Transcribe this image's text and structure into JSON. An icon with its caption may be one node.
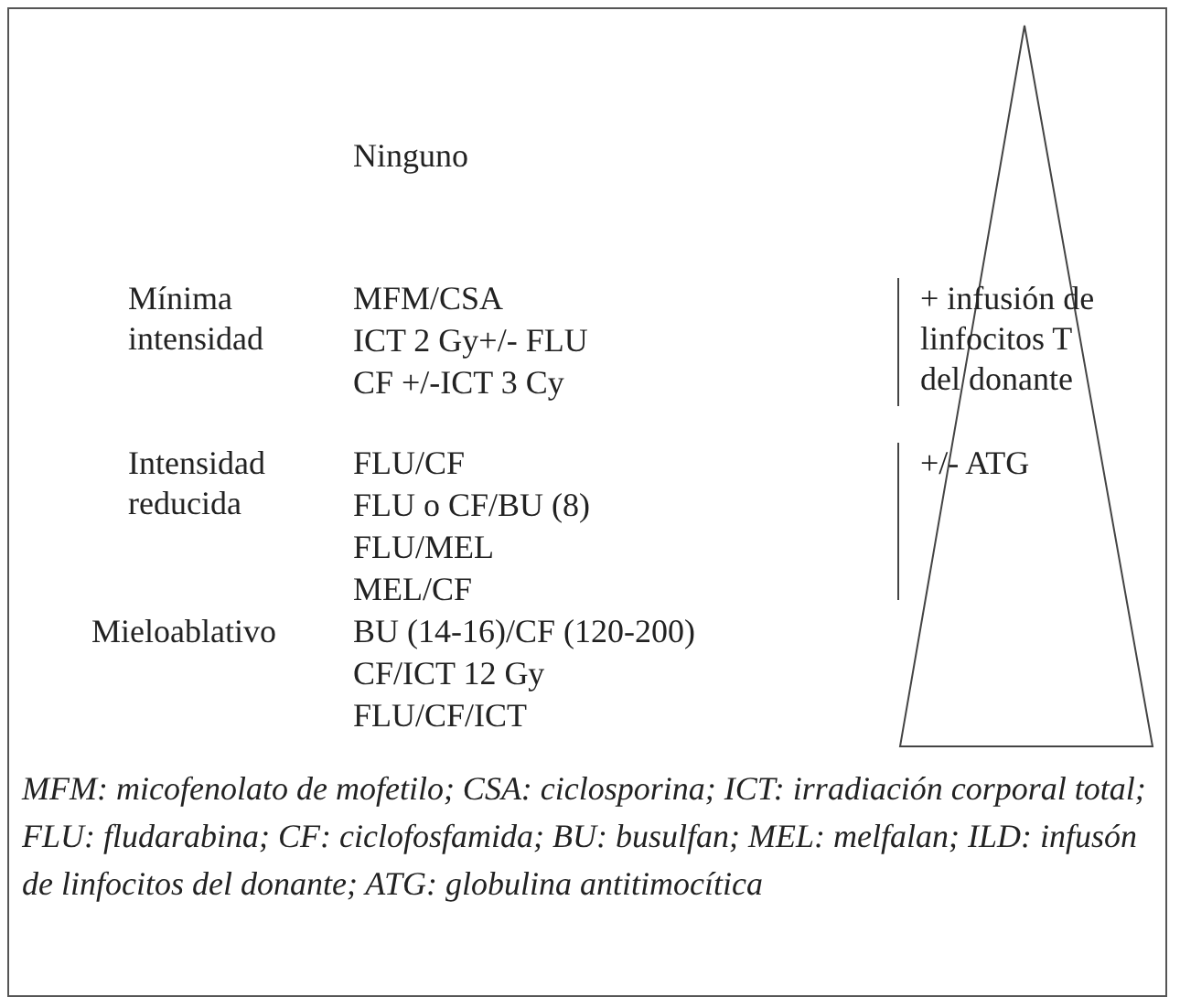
{
  "diagram": {
    "caption": "MFM: micofenolato de mofetilo; CSA: ciclosporina; ICT: irradiación corporal total; FLU: fludarabina; CF: ciclofosfamida; BU: busulfan; MEL: melfalan; ILD: infusón de linfocitos del donante; ATG: globulina antitimocítica",
    "labels": [
      "Ninguno",
      "Mínima intensidad",
      "MFM/CSA",
      "ICT 2 Gy+/- FLU",
      "CF +/-ICT 3 Cy",
      "+ infusión de linfocitos T del donante",
      "Intensidad reducida",
      "FLU/CF",
      "FLU o CF/BU (8)",
      "FLU/MEL",
      "MEL/CF",
      "+/- ATG",
      "Mieloablativo",
      "BU (14-16)/CF (120-200)",
      "CF/ICT 12 Gy",
      "FLU/CF/ICT"
    ]
  }
}
